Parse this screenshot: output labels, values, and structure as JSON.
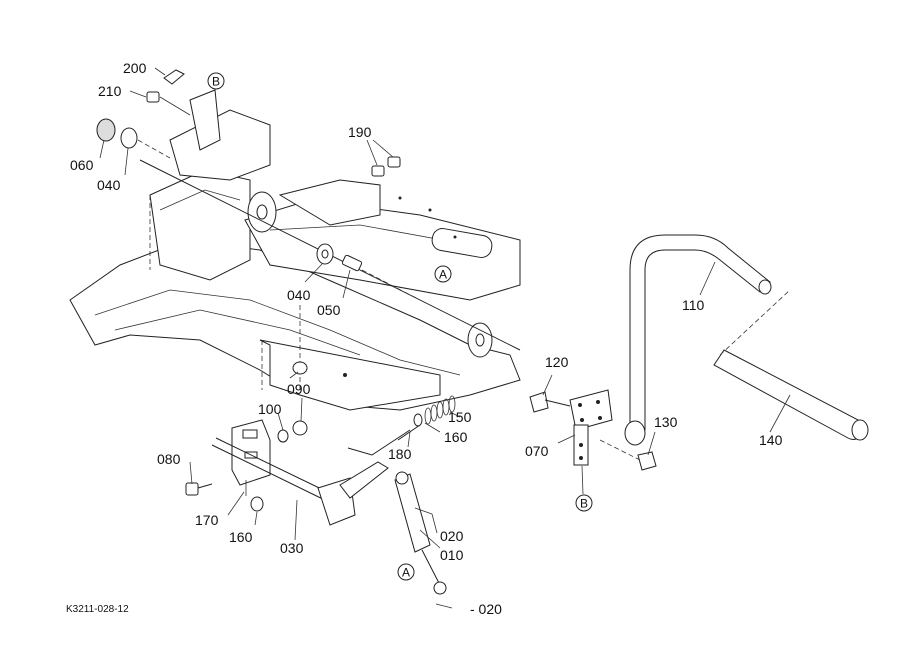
{
  "reference_code": "K3211-028-12",
  "callouts": {
    "p200": "200",
    "p210": "210",
    "p060": "060",
    "p040a": "040",
    "p190": "190",
    "p040b": "040",
    "p050": "050",
    "p090": "090",
    "p100": "100",
    "p150": "150",
    "p160a": "160",
    "p180": "180",
    "p080": "080",
    "p170": "170",
    "p160b": "160",
    "p030": "030",
    "p020a": "020",
    "p010": "010",
    "p020b": "- 020",
    "p110": "110",
    "p140": "140",
    "p120": "120",
    "p130": "130",
    "p070": "070"
  },
  "markers": {
    "b_top": "B",
    "a_mid": "A",
    "a_bottom": "A",
    "b_bottom": "B"
  }
}
